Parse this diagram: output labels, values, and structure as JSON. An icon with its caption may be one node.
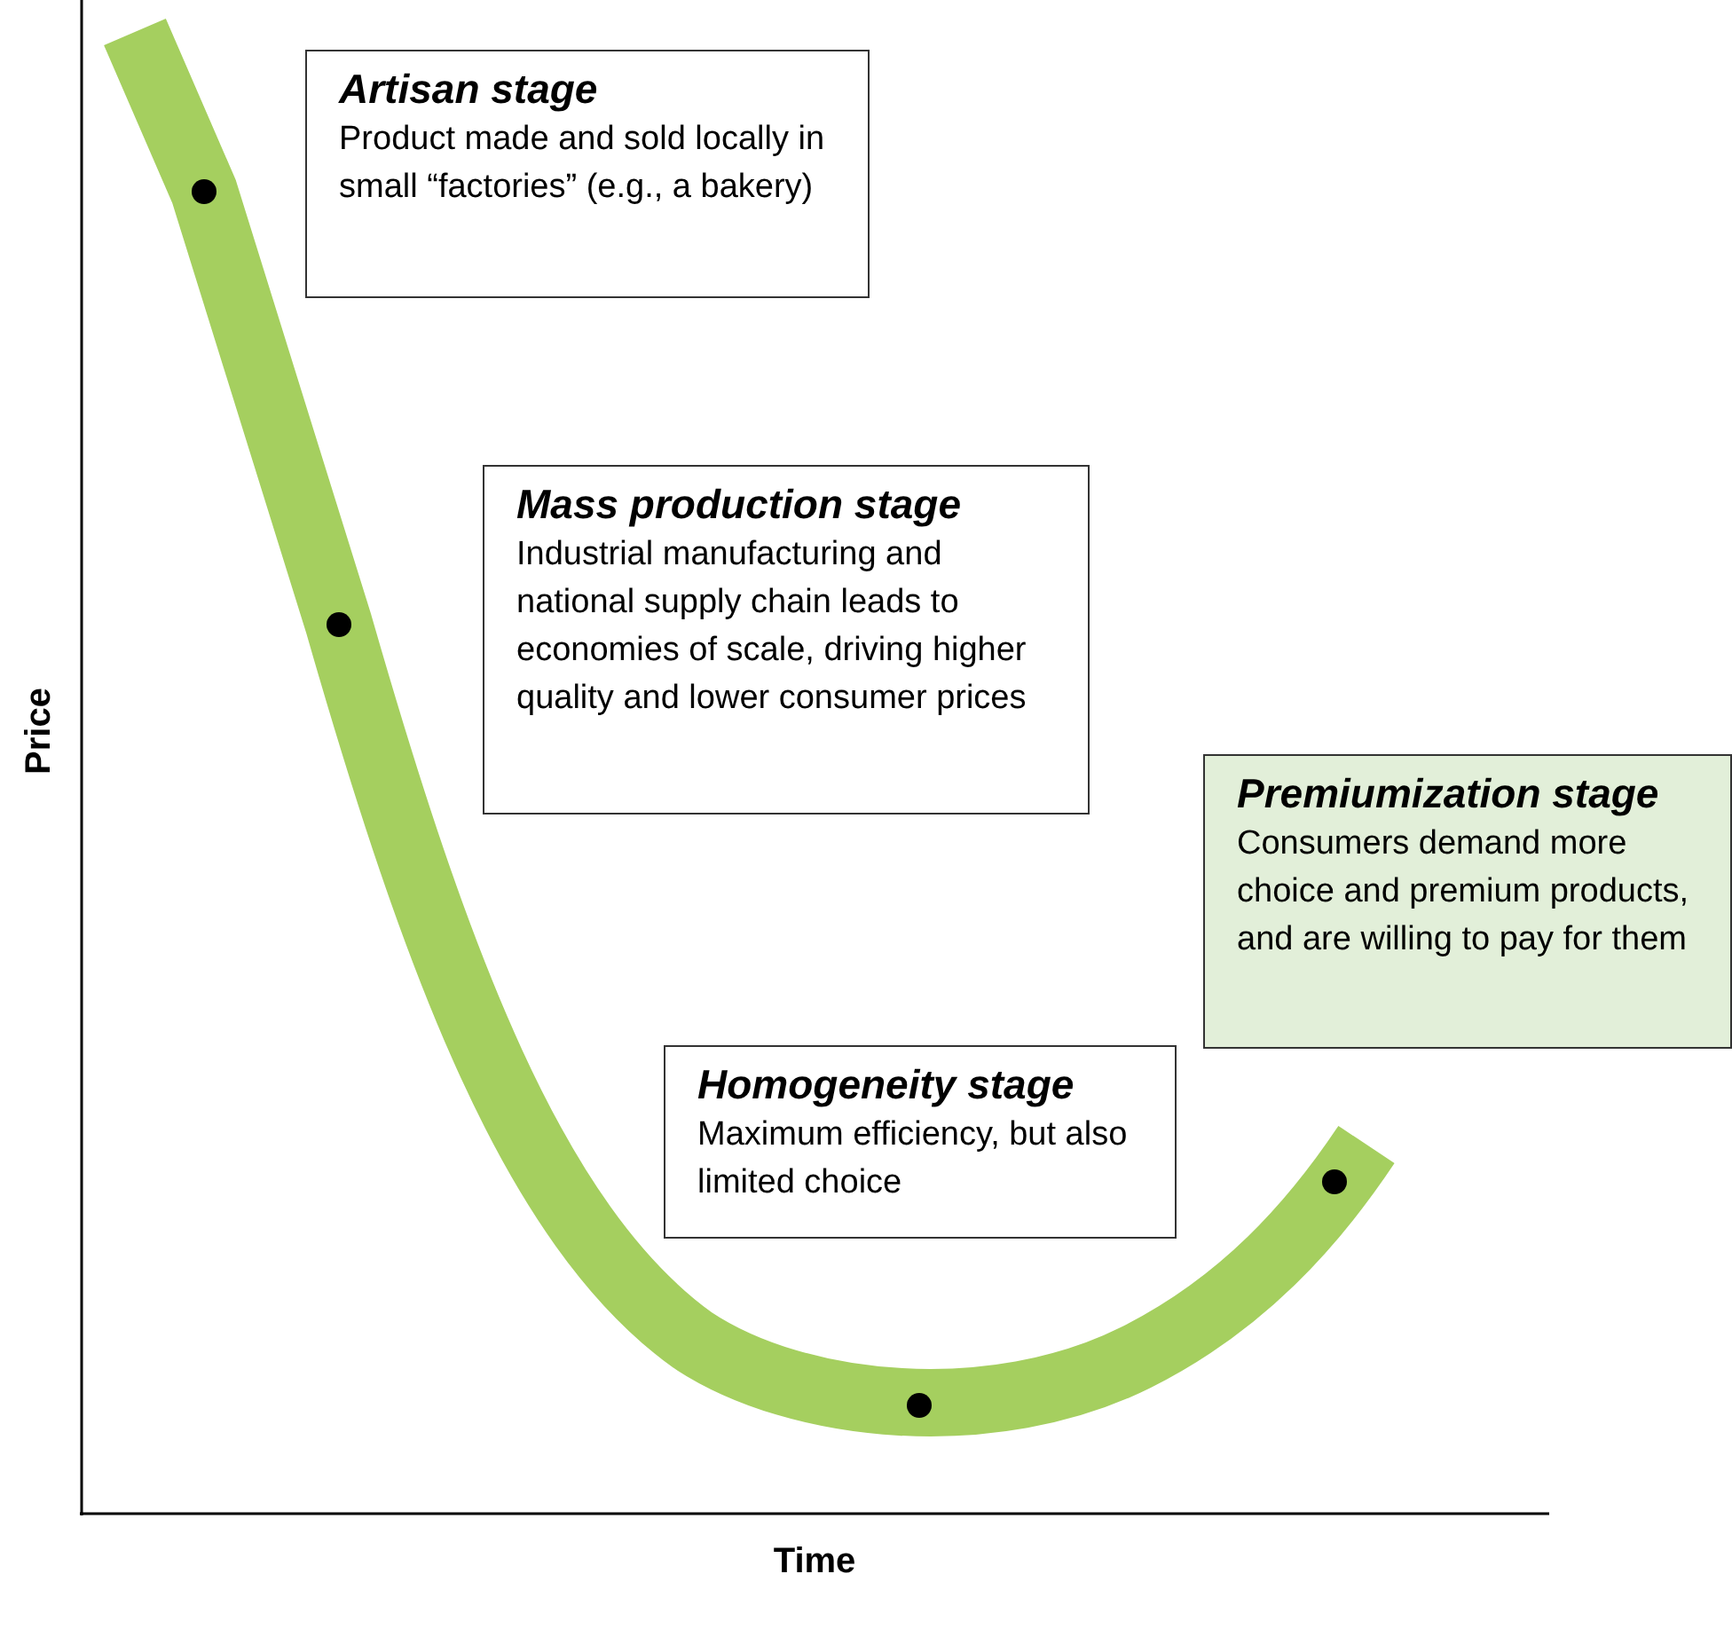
{
  "diagram": {
    "nodes": [
      {
        "text": [
          "Artisan stage",
          "Product made and sold locally in small “factories” (e.g., a bakery)"
        ]
      },
      {
        "text": [
          "Mass production stage",
          "Industrial manufacturing and national supply chain leads to economies of scale, driving higher quality and lower consumer prices"
        ]
      },
      {
        "text": [
          "Premiumization stage",
          "Consumers demand more choice and premium products, and are willing to pay for them"
        ]
      },
      {
        "text": [
          "Homogeneity stage",
          "Maximum efficiency, but also limited choice"
        ]
      }
    ],
    "labels": [
      "Price",
      "Time"
    ]
  }
}
